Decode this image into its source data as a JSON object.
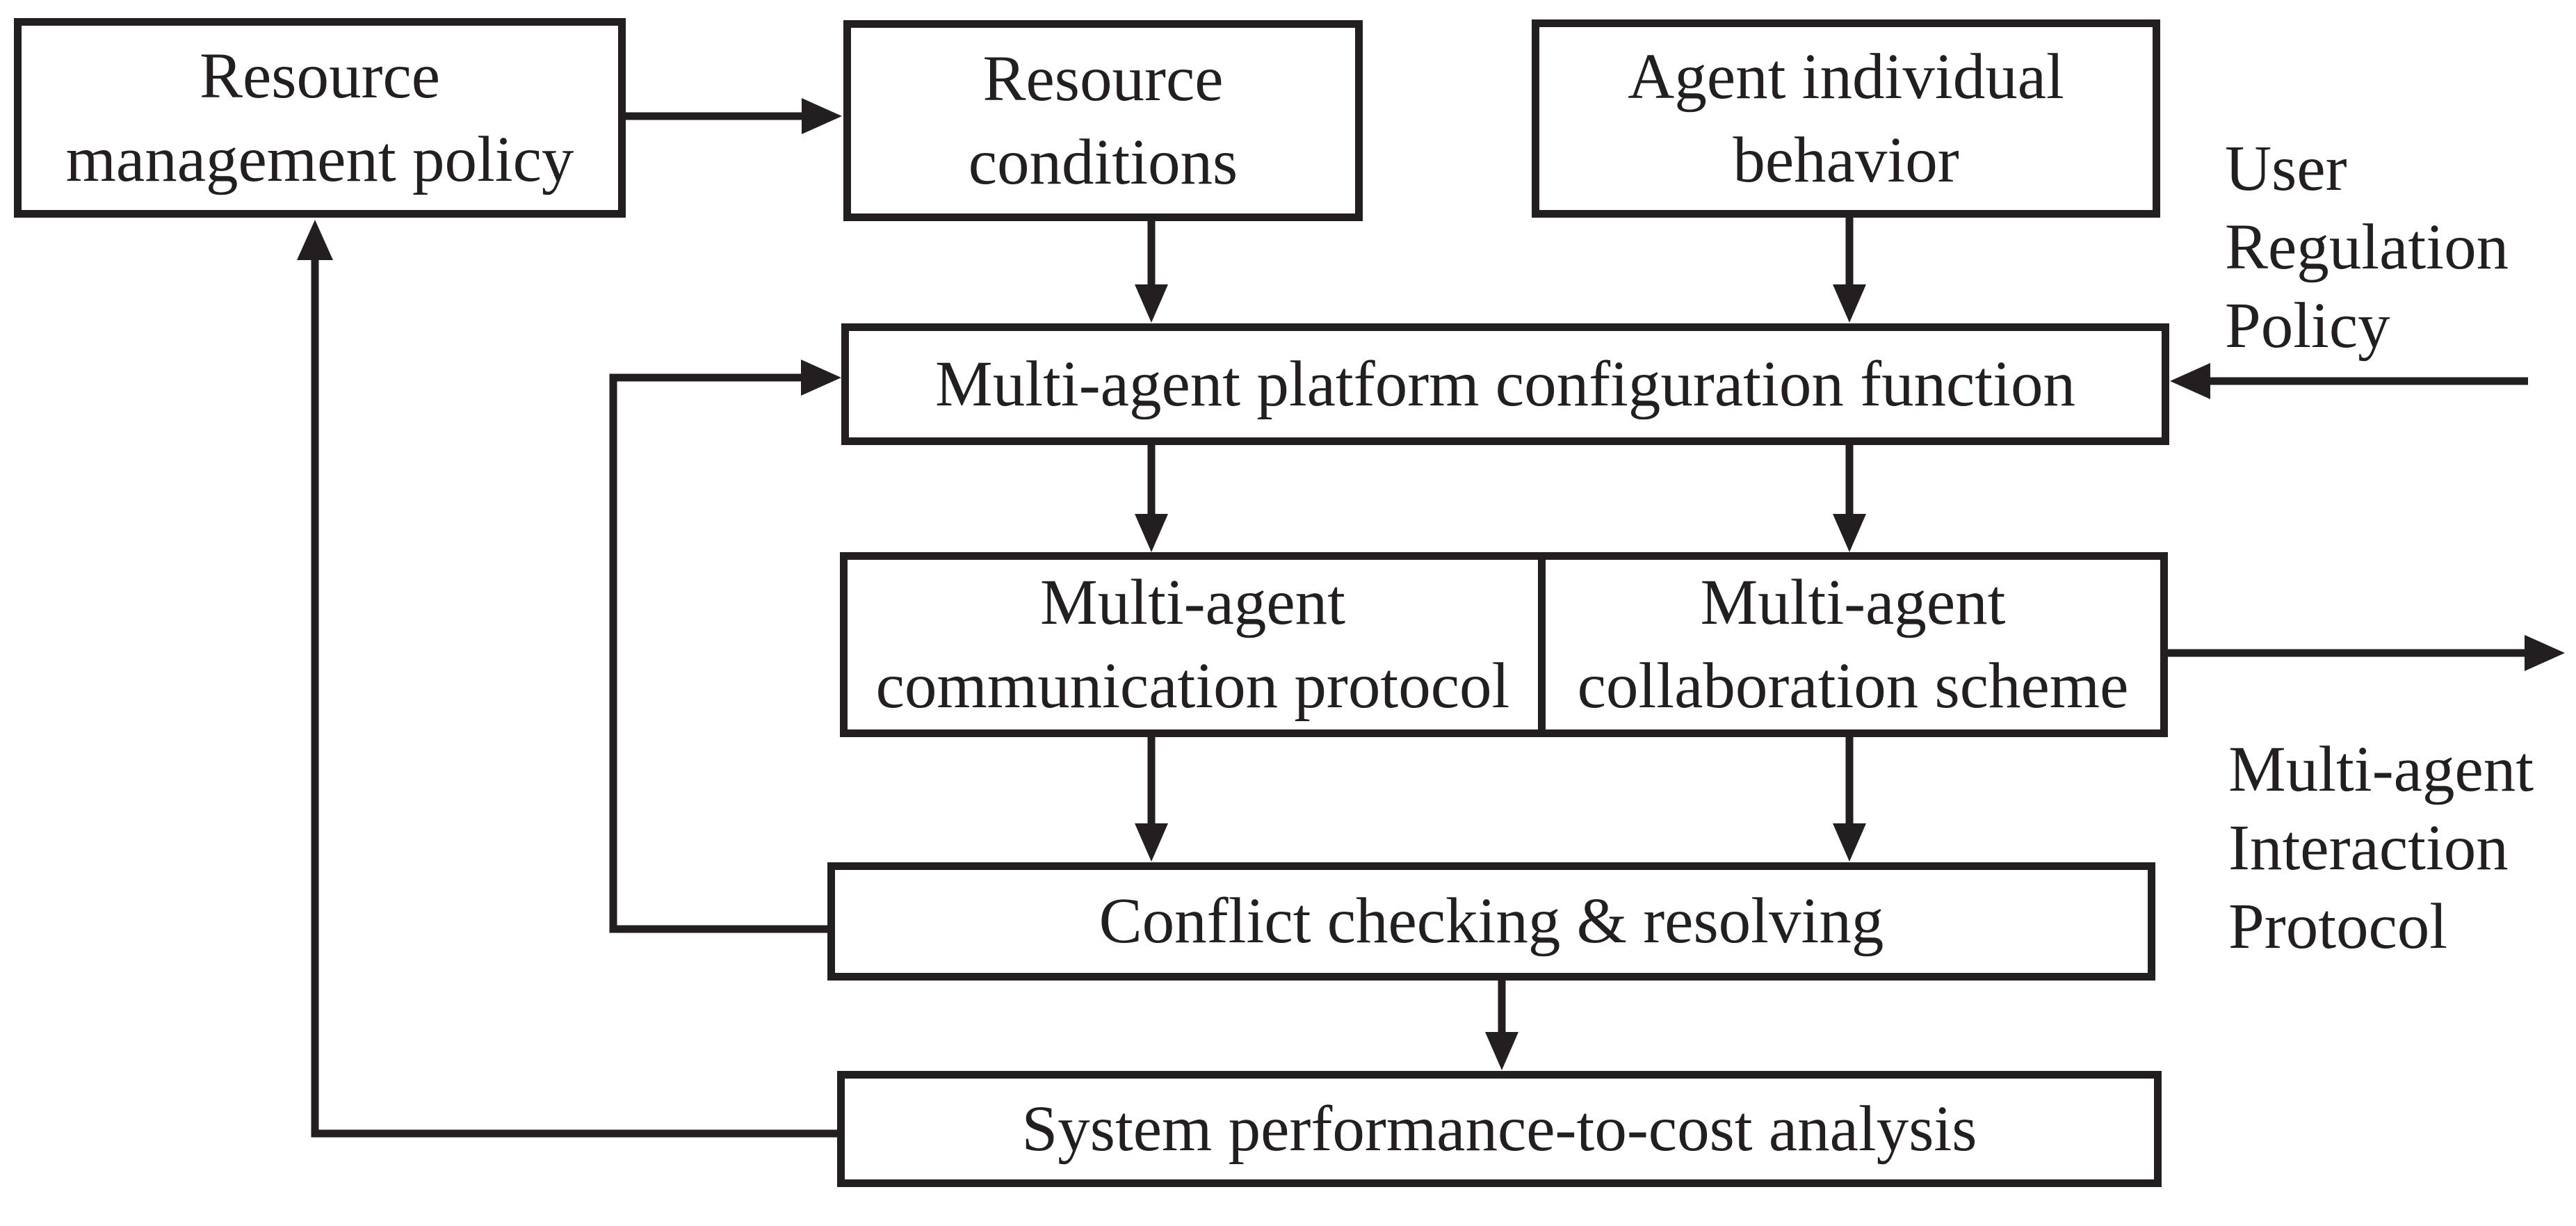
{
  "figure": {
    "type": "flow-diagram",
    "background": "#ffffff",
    "ink_color": "#231f20"
  },
  "boxes": {
    "resource_management": {
      "lines": [
        "Resource",
        "management policy"
      ]
    },
    "resource_conditions": {
      "lines": [
        "Resource",
        "conditions"
      ]
    },
    "agent_behavior": {
      "lines": [
        "Agent individual",
        "behavior"
      ]
    },
    "platform_config": {
      "lines": [
        "Multi-agent platform configuration function"
      ]
    },
    "comm_protocol": {
      "lines": [
        "Multi-agent",
        "communication protocol"
      ]
    },
    "collab_scheme": {
      "lines": [
        "Multi-agent",
        "collaboration scheme"
      ]
    },
    "conflict_resolve": {
      "lines": [
        "Conflict checking & resolving"
      ]
    },
    "system_analysis": {
      "lines": [
        "System performance-to-cost analysis"
      ]
    }
  },
  "annotations": {
    "user_regulation_policy": {
      "lines": [
        "User",
        "Regulation",
        "Policy"
      ]
    },
    "interaction_protocol": {
      "lines": [
        "Multi-agent",
        "Interaction",
        "Protocol"
      ]
    }
  },
  "arrows": [
    {
      "from": "resource-management-policy",
      "to": "resource-conditions"
    },
    {
      "from": "resource-conditions",
      "to": "platform-configuration-function"
    },
    {
      "from": "agent-individual-behavior",
      "to": "platform-configuration-function"
    },
    {
      "from": "user-regulation-policy-input",
      "to": "platform-configuration-function"
    },
    {
      "from": "platform-configuration-function",
      "to": "communication-protocol"
    },
    {
      "from": "platform-configuration-function",
      "to": "collaboration-scheme"
    },
    {
      "from": "collaboration-scheme",
      "to": "multi-agent-interaction-protocol-output"
    },
    {
      "from": "communication-protocol",
      "to": "conflict-checking-resolving"
    },
    {
      "from": "collaboration-scheme",
      "to": "conflict-checking-resolving"
    },
    {
      "from": "conflict-checking-resolving",
      "to": "platform-configuration-function"
    },
    {
      "from": "conflict-checking-resolving",
      "to": "system-performance-to-cost-analysis"
    },
    {
      "from": "system-performance-to-cost-analysis",
      "to": "resource-management-policy"
    }
  ]
}
